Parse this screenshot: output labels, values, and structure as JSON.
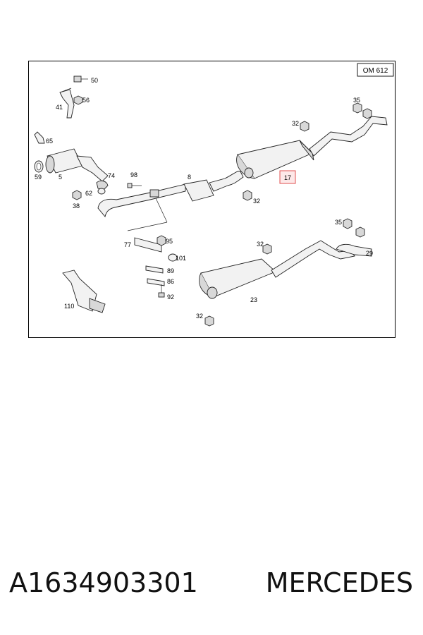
{
  "diagram": {
    "model_badge": "OM 612",
    "highlighted_part": "17",
    "part_labels": {
      "p50": "50",
      "p56": "56",
      "p41": "41",
      "p65": "65",
      "p59": "59",
      "p5": "5",
      "p74": "74",
      "p98": "98",
      "p62": "62",
      "p38": "38",
      "p8": "8",
      "p17": "17",
      "p32a": "32",
      "p35a": "35",
      "p32b": "32",
      "p35b": "35",
      "p32c": "32",
      "p29": "29",
      "p77": "77",
      "p95": "95",
      "p101": "101",
      "p89": "89",
      "p86": "86",
      "p92": "92",
      "p110": "110",
      "p23": "23",
      "p32d": "32"
    }
  },
  "caption": {
    "part_number": "A1634903301",
    "brand": "MERCEDES"
  }
}
